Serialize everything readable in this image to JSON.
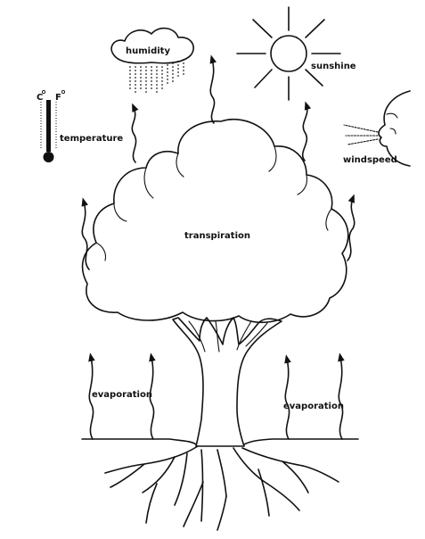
{
  "labels": {
    "humidity": "humidity",
    "sunshine": "sunshine",
    "temperature": "temperature",
    "windspeed": "windspeed",
    "transpiration": "transpiration",
    "evaporation_left": "evaporation",
    "evaporation_right": "evaporation",
    "celsius": "C",
    "fahrenheit": "F"
  }
}
